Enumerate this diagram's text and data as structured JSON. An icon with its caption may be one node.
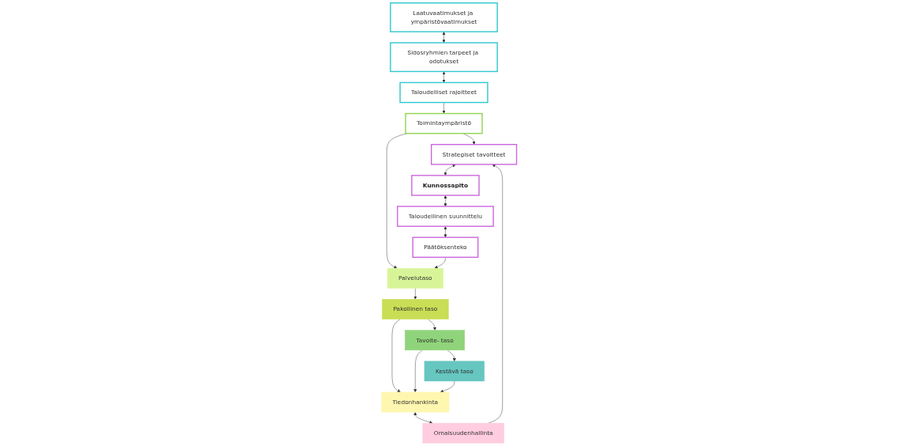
{
  "diagram": {
    "nodes": [
      {
        "text": [
          "Laatuvaatimukset ja ympäristövaatimukset"
        ]
      },
      {
        "text": [
          "Sidosryhmien tarpeet ja odotukset"
        ]
      },
      {
        "text": [
          "Taloudelliset rajoitteet"
        ]
      },
      {
        "text": [
          "Toimintaympäristö"
        ]
      },
      {
        "text": [
          "Omaisuudenhallinta"
        ]
      },
      {
        "text": [
          "Strategiset tavoitteet"
        ]
      },
      {
        "text": [
          "Kunnossapito"
        ]
      },
      {
        "text": [
          "Taloudellinen suunnittelu"
        ]
      },
      {
        "text": [
          "Päätöksenteko"
        ]
      },
      {
        "text": [
          "Palvelutaso"
        ]
      },
      {
        "text": [
          "Pakollinen taso"
        ]
      },
      {
        "text": [
          "Tavoite- taso"
        ]
      },
      {
        "text": [
          "Kestävä taso"
        ]
      },
      {
        "text": [
          "Tiedonhankinta"
        ]
      }
    ],
    "edges": [
      {
        "from": 0,
        "to": 1,
        "arrow": "both"
      },
      {
        "from": 1,
        "to": 2,
        "arrow": "both"
      },
      {
        "from": 2,
        "to": 3,
        "arrow": "to"
      },
      {
        "from": 3,
        "to": 5,
        "arrow": "to"
      },
      {
        "from": 4,
        "to": 5,
        "arrow": "to"
      },
      {
        "from": 5,
        "to": 6,
        "arrow": "both"
      },
      {
        "from": 6,
        "to": 7,
        "arrow": "both"
      },
      {
        "from": 7,
        "to": 8,
        "arrow": "both"
      },
      {
        "from": 3,
        "to": 9,
        "arrow": "to"
      },
      {
        "from": 8,
        "to": 9,
        "arrow": "to"
      },
      {
        "from": 9,
        "to": 10,
        "arrow": "to"
      },
      {
        "from": 10,
        "to": 11,
        "arrow": "to"
      },
      {
        "from": 11,
        "to": 12,
        "arrow": "to"
      },
      {
        "from": 10,
        "to": 13,
        "arrow": "to"
      },
      {
        "from": 11,
        "to": 13,
        "arrow": "to"
      },
      {
        "from": 12,
        "to": 13,
        "arrow": "to"
      },
      {
        "from": 13,
        "to": 4,
        "arrow": "both"
      }
    ]
  }
}
